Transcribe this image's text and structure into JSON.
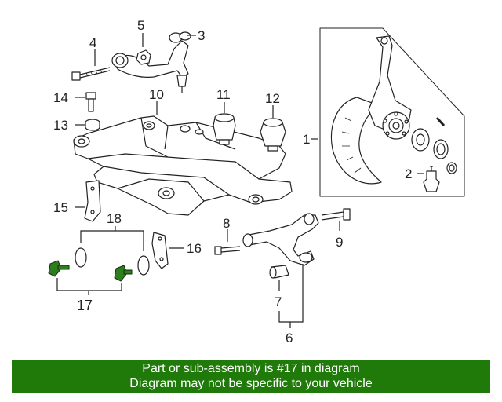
{
  "callouts": {
    "c1": "1",
    "c2": "2",
    "c3": "3",
    "c4": "4",
    "c5": "5",
    "c6": "6",
    "c7": "7",
    "c8": "8",
    "c9": "9",
    "c10": "10",
    "c11": "11",
    "c12": "12",
    "c13": "13",
    "c14": "14",
    "c15": "15",
    "c16": "16",
    "c17": "17",
    "c18": "18"
  },
  "colors": {
    "highlight": "#2e7d1e",
    "banner": "#1f7a0a",
    "banner_text": "#ffffff"
  },
  "footer": {
    "line1": "Part or sub-assembly is #17 in diagram",
    "line2": "Diagram may not be specific to your vehicle"
  }
}
